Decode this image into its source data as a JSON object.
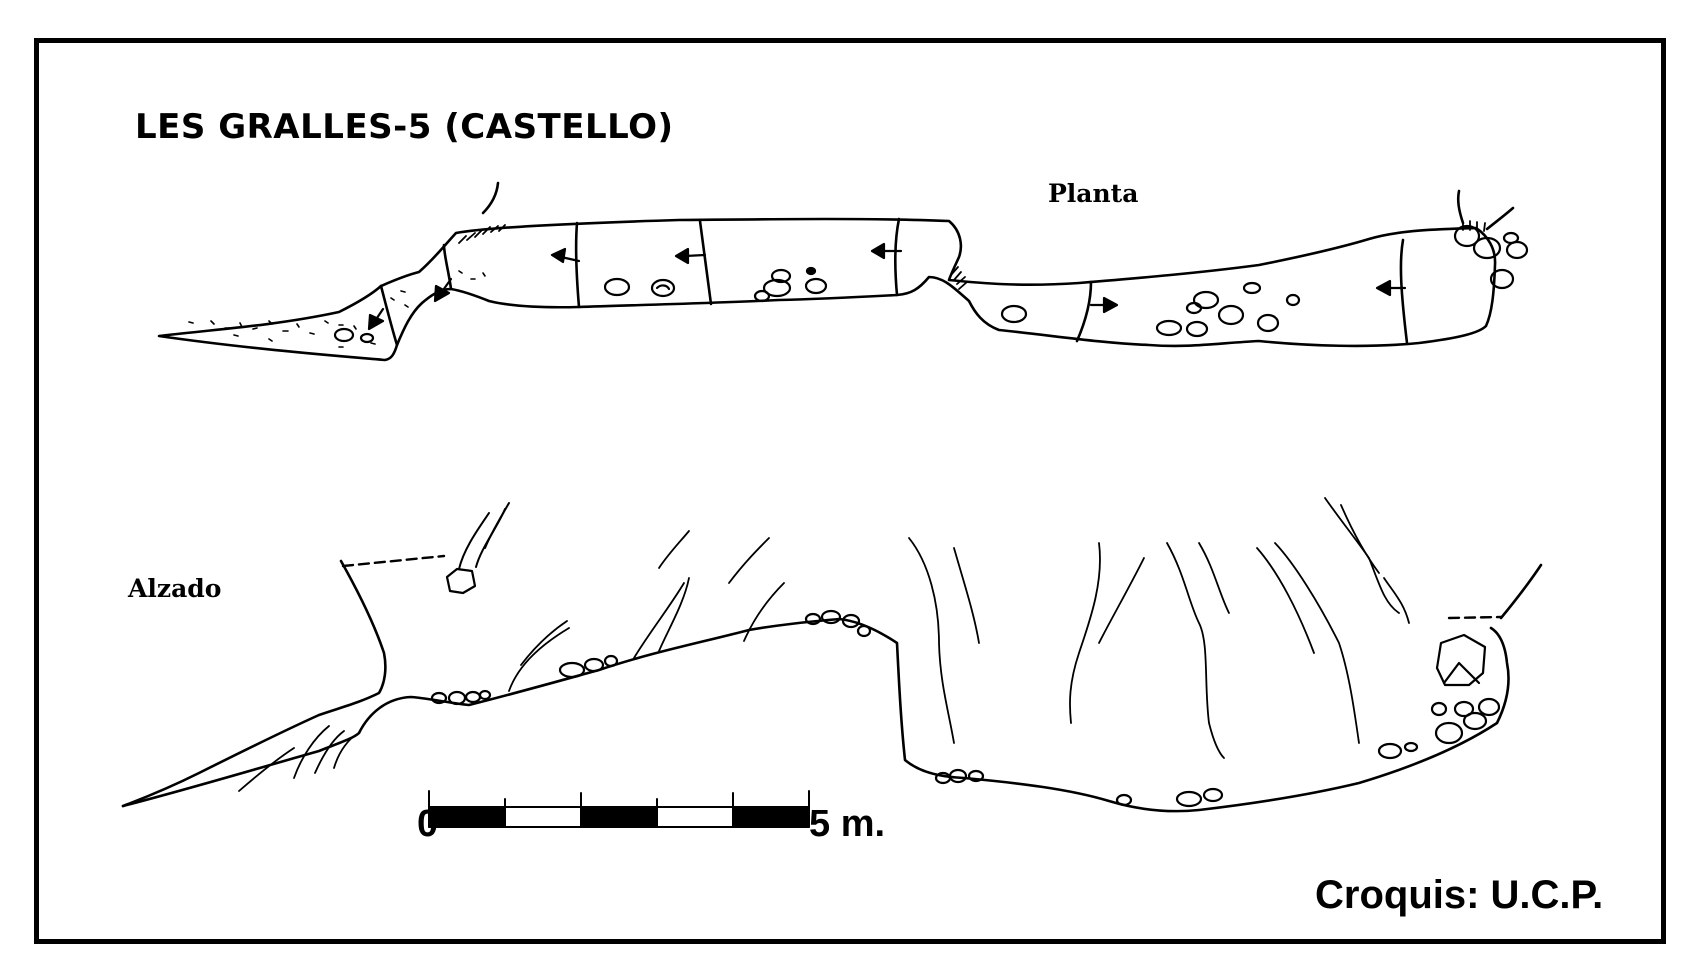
{
  "map": {
    "title": "LES GRALLES-5  (CASTELLO)",
    "plan_label": "Planta",
    "elevation_label": "Alzado",
    "credit": "Croquis:  U.C.P."
  },
  "scale_bar": {
    "start_label": "0",
    "end_label": "5 m.",
    "segments": [
      "black",
      "white",
      "black",
      "white",
      "black"
    ]
  },
  "colors": {
    "ink": "#000000",
    "paper": "#ffffff"
  }
}
